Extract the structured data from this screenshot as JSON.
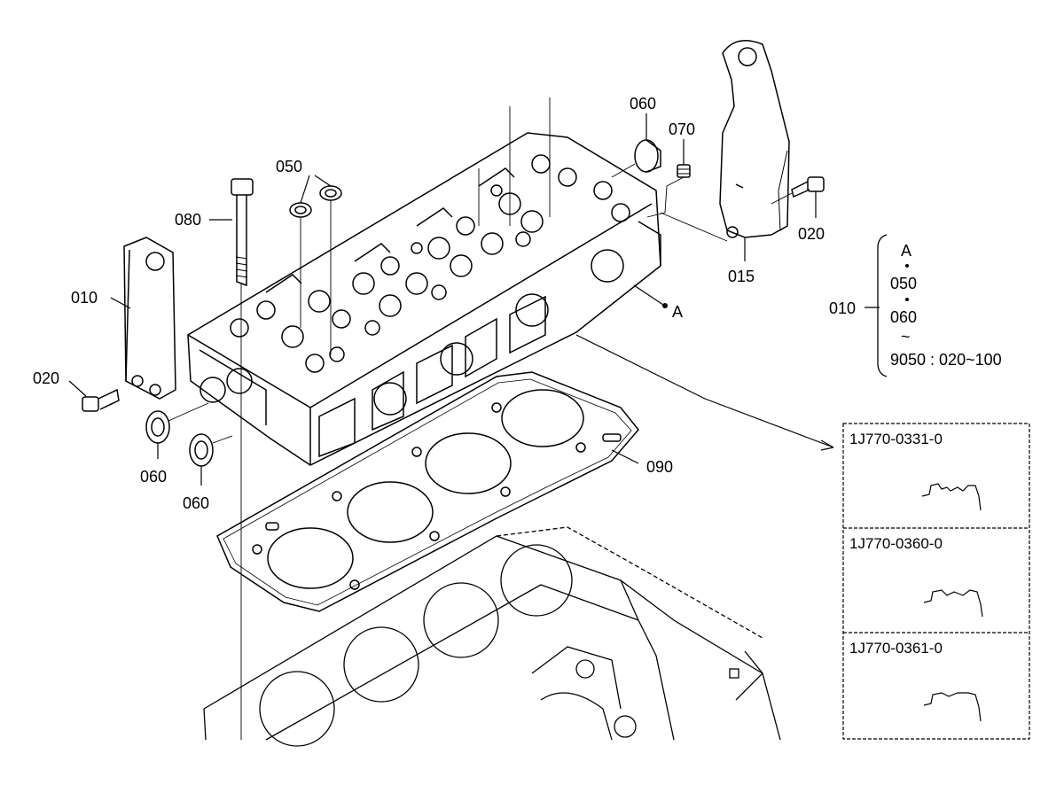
{
  "callouts": {
    "c010_left": "010",
    "c020_left": "020",
    "c060_a": "060",
    "c060_b": "060",
    "c080": "080",
    "c050": "050",
    "c060_top": "060",
    "c070": "070",
    "c015": "015",
    "c020_right": "020",
    "c090": "090",
    "marker_a": "A"
  },
  "set_note": {
    "parent": "010",
    "line1": "A",
    "line2": "050",
    "line3": "060",
    "line4": "~",
    "line5": "9050 : 020~100"
  },
  "variants": [
    {
      "part_no": "1J770-0331-0"
    },
    {
      "part_no": "1J770-0360-0"
    },
    {
      "part_no": "1J770-0361-0"
    }
  ]
}
